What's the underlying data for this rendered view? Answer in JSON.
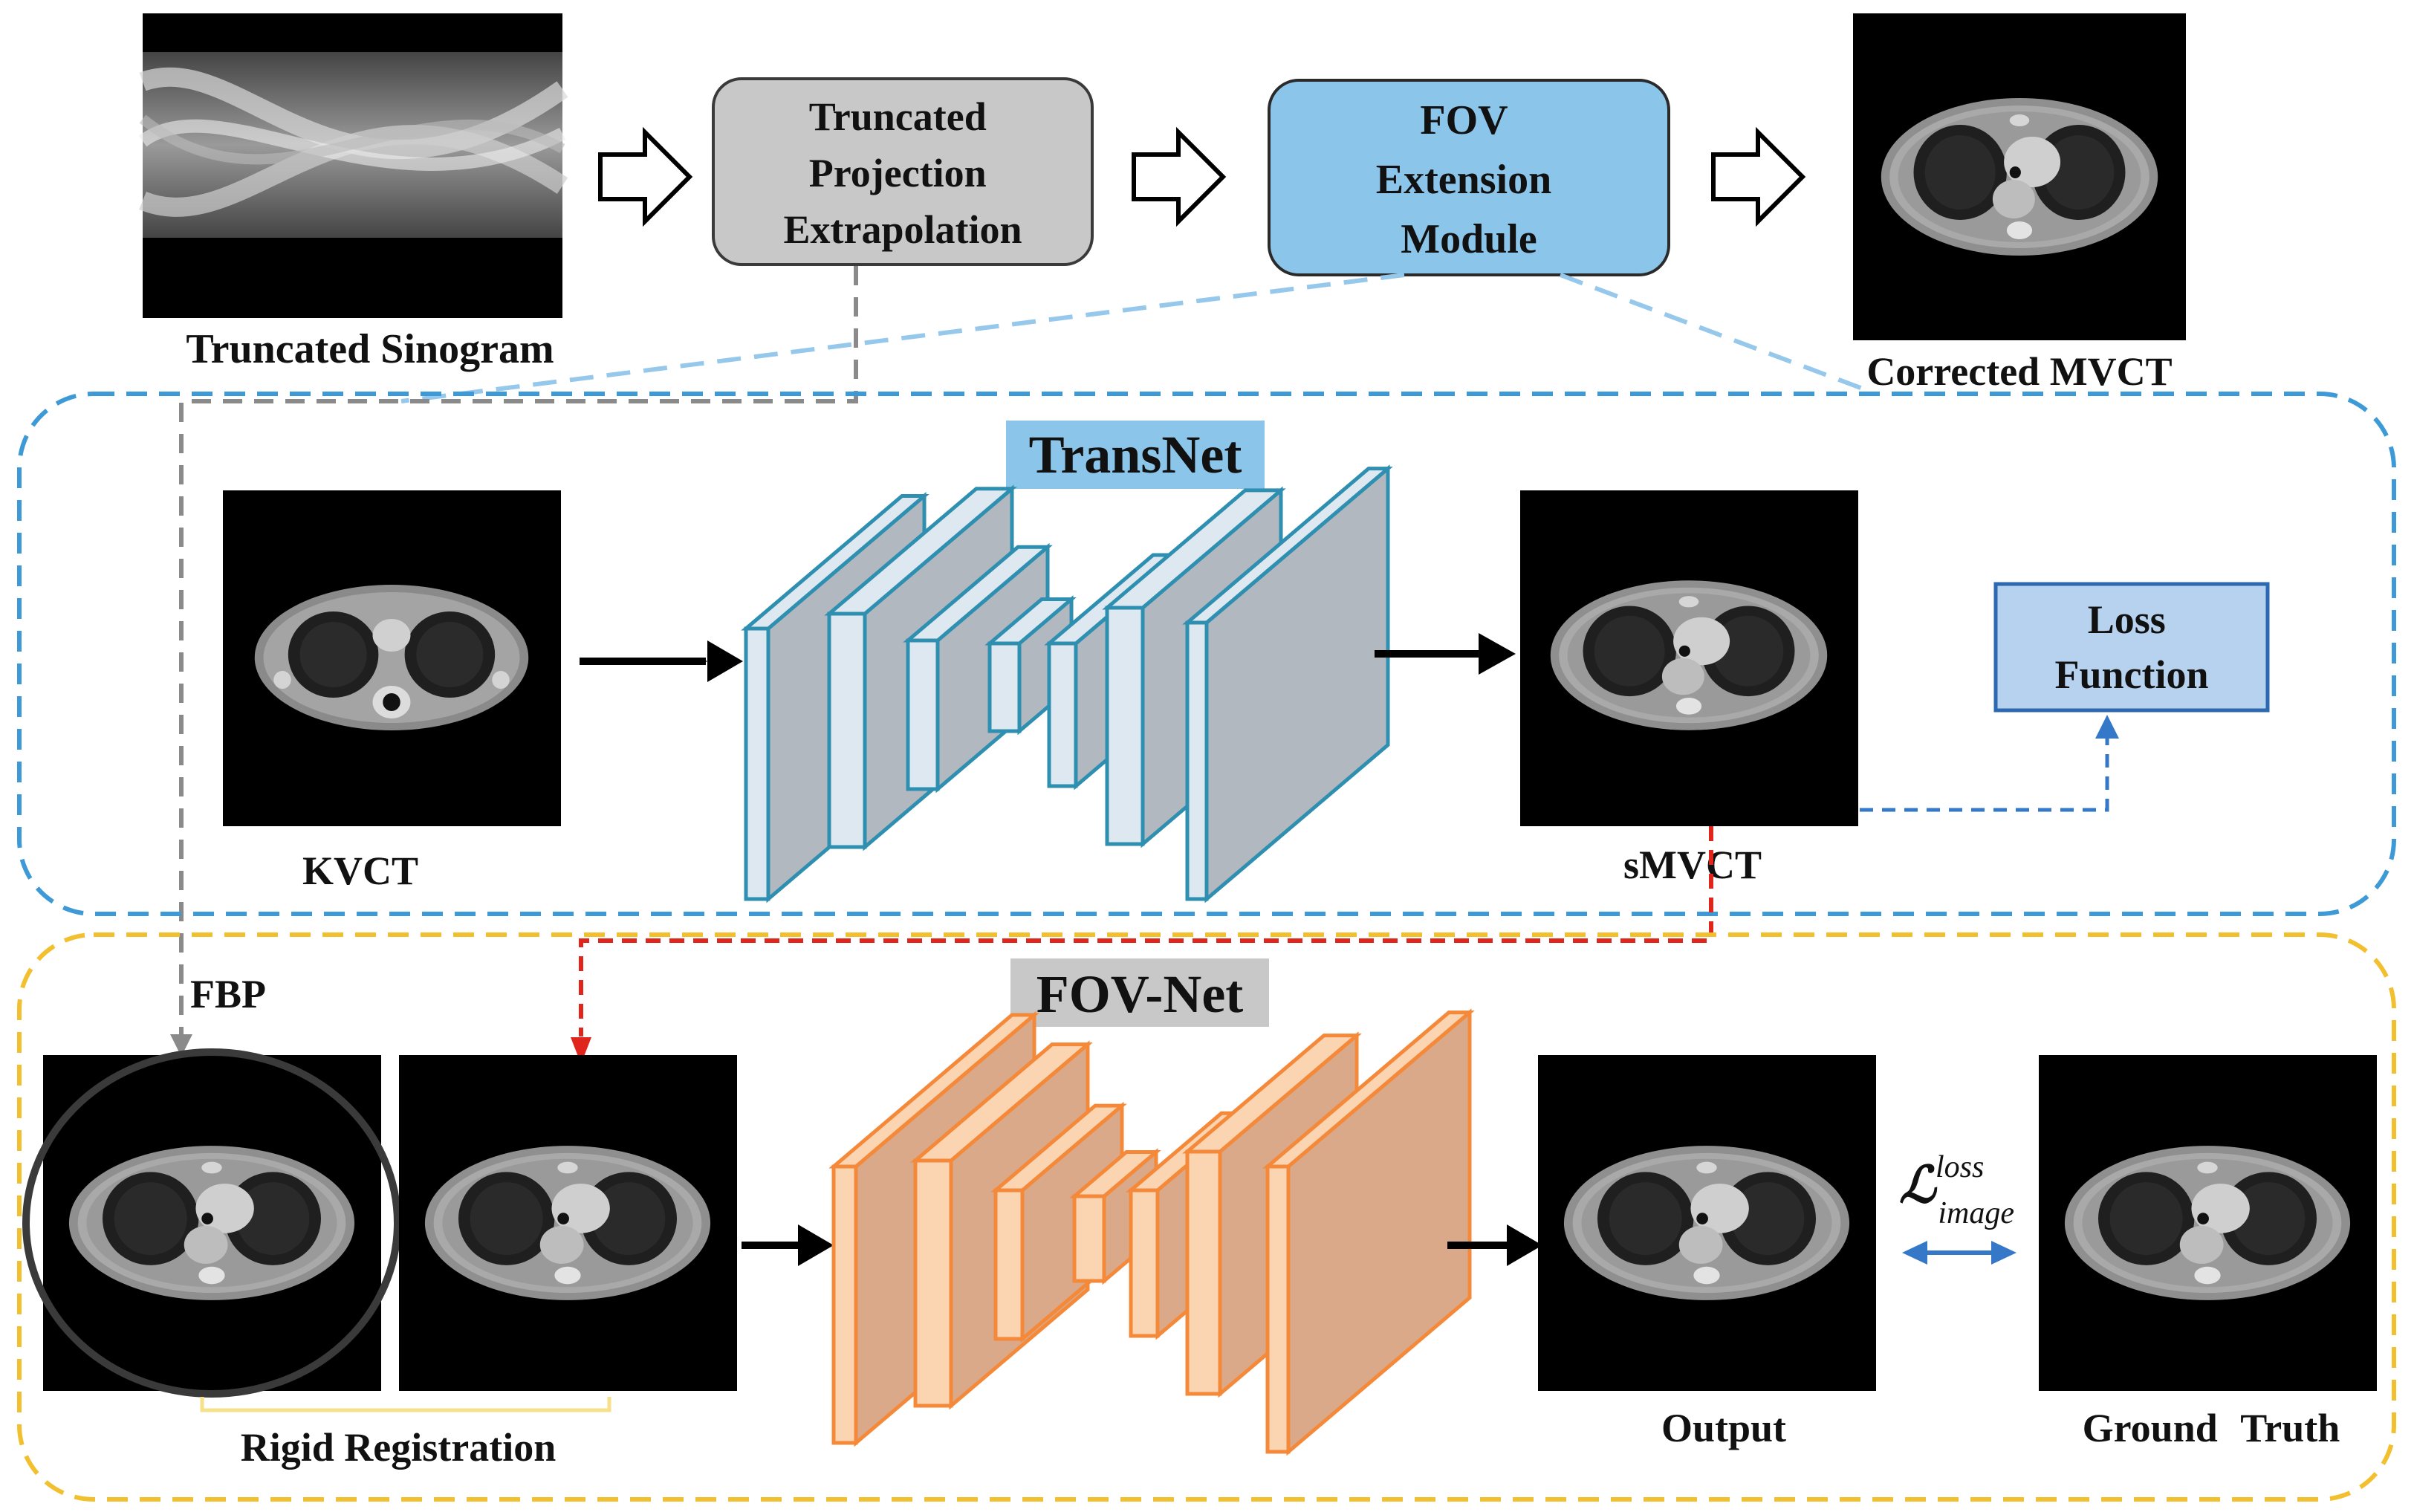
{
  "pipeline": {
    "input_label": "Truncated Sinogram",
    "step1_lines": [
      "Truncated",
      "Projection",
      "Extrapolation"
    ],
    "step2_lines": [
      "FOV",
      "Extension",
      "Module"
    ],
    "output_label": "Corrected MVCT"
  },
  "transnet": {
    "title": "TransNet",
    "input_label": "KVCT",
    "output_label": "sMVCT",
    "loss_lines": [
      "Loss",
      "Function"
    ]
  },
  "fovnet": {
    "title": "FOV-Net",
    "fbp_label": "FBP",
    "registration_label": "Rigid Registration",
    "output_label": "Output",
    "gt_label": "Ground Truth",
    "loss_symbol": "ℒ",
    "loss_sup": "loss",
    "loss_sub": "image"
  },
  "colors": {
    "transnet_border": "#3d9ad6",
    "fovnet_border": "#f2bf2e",
    "trans_block_stroke": "#2e8fb0",
    "trans_block_face": "#dde8f0",
    "trans_block_side": "#b2b8bf",
    "fov_block_stroke": "#f5893a",
    "fov_block_face": "#fbd4b2",
    "fov_block_side": "#d9a98a",
    "fov_module_fill": "#8cc5ea",
    "loss_fill": "#b6d2ef",
    "red_dash": "#e0251d",
    "gray_dash": "#8a8a8a",
    "blue_dash": "#3578c8"
  }
}
